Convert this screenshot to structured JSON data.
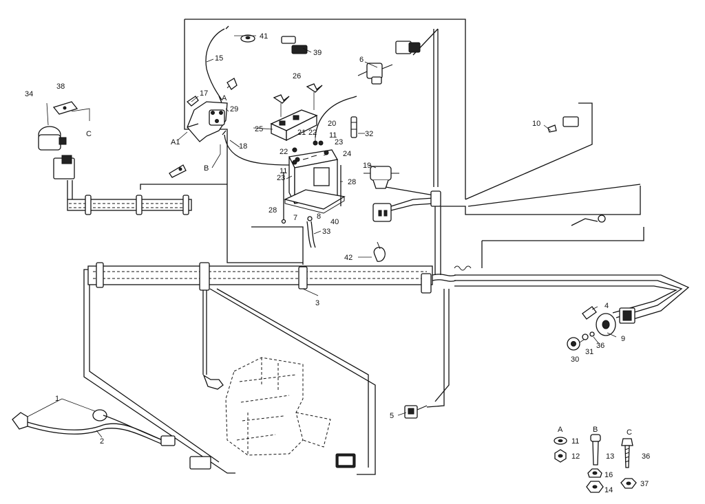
{
  "callouts": [
    {
      "id": "n41",
      "text": "41"
    },
    {
      "id": "n39",
      "text": "39"
    },
    {
      "id": "n6",
      "text": "6"
    },
    {
      "id": "n15",
      "text": "15"
    },
    {
      "id": "n26",
      "text": "26"
    },
    {
      "id": "n38",
      "text": "38"
    },
    {
      "id": "n34",
      "text": "34"
    },
    {
      "id": "n17",
      "text": "17"
    },
    {
      "id": "nA",
      "text": "A"
    },
    {
      "id": "n29",
      "text": "29"
    },
    {
      "id": "nC",
      "text": "C"
    },
    {
      "id": "n25",
      "text": "25"
    },
    {
      "id": "n21",
      "text": "21"
    },
    {
      "id": "n22a",
      "text": "22"
    },
    {
      "id": "n20",
      "text": "20"
    },
    {
      "id": "n11a",
      "text": "11"
    },
    {
      "id": "n32",
      "text": "32"
    },
    {
      "id": "n10",
      "text": "10"
    },
    {
      "id": "nA1",
      "text": "A1"
    },
    {
      "id": "n18",
      "text": "18"
    },
    {
      "id": "n22b",
      "text": "22"
    },
    {
      "id": "n23a",
      "text": "23"
    },
    {
      "id": "n24",
      "text": "24"
    },
    {
      "id": "nB",
      "text": "B"
    },
    {
      "id": "n11b",
      "text": "11"
    },
    {
      "id": "n23b",
      "text": "23"
    },
    {
      "id": "n19",
      "text": "19"
    },
    {
      "id": "n28a",
      "text": "28"
    },
    {
      "id": "n28b",
      "text": "28"
    },
    {
      "id": "n7",
      "text": "7"
    },
    {
      "id": "n8",
      "text": "8"
    },
    {
      "id": "n40",
      "text": "40"
    },
    {
      "id": "n33",
      "text": "33"
    },
    {
      "id": "n42",
      "text": "42"
    },
    {
      "id": "n3",
      "text": "3"
    },
    {
      "id": "n4",
      "text": "4"
    },
    {
      "id": "n9",
      "text": "9"
    },
    {
      "id": "n36a",
      "text": "36"
    },
    {
      "id": "n31",
      "text": "31"
    },
    {
      "id": "n30",
      "text": "30"
    },
    {
      "id": "n1",
      "text": "1"
    },
    {
      "id": "n2",
      "text": "2"
    },
    {
      "id": "n5",
      "text": "5"
    }
  ],
  "hardware_legend": {
    "col_a": "A",
    "col_b": "B",
    "col_c": "C",
    "items": [
      "11",
      "12",
      "13",
      "36",
      "16",
      "14",
      "37"
    ]
  }
}
